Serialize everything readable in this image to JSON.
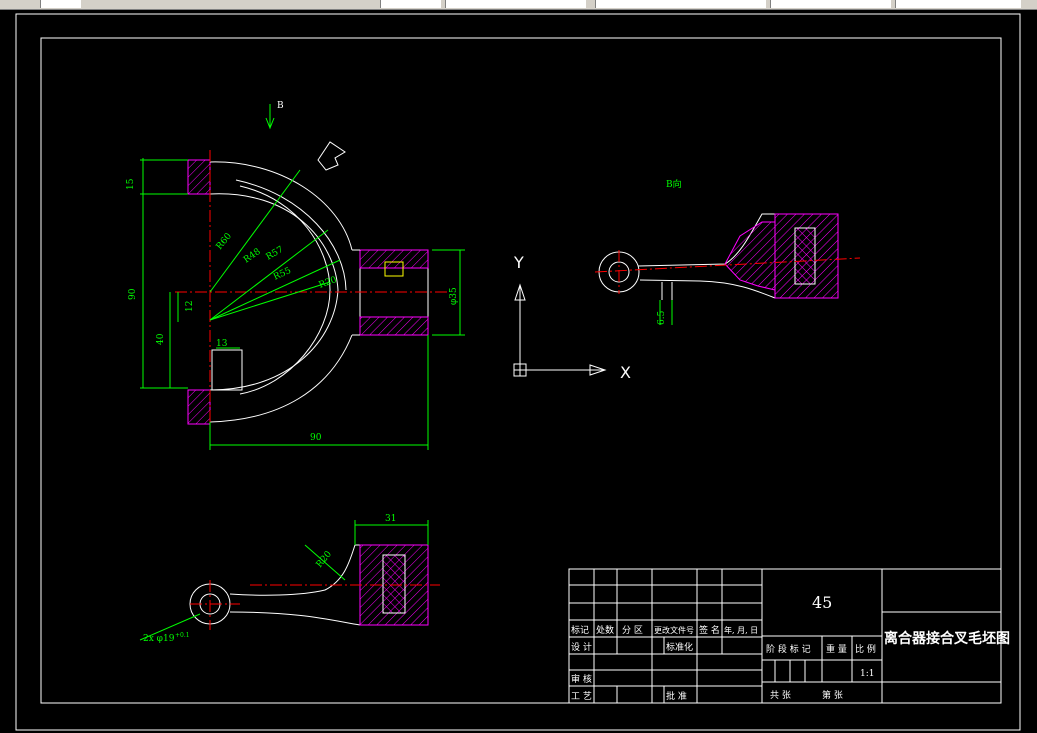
{
  "drawing": {
    "title": "离合器接合叉毛坯图",
    "material": "45",
    "scale": "1:1",
    "view_label_b": "B",
    "view_label_b_dir": "B向"
  },
  "ucs": {
    "y_label": "Y",
    "x_label": "X"
  },
  "dimensions": {
    "d_15": "15",
    "d_r60": "R60",
    "d_r48": "R48",
    "d_r57": "R57",
    "d_r55": "R55",
    "d_r20": "R20",
    "d_90_left": "90",
    "d_40": "40",
    "d_12": "12",
    "d_13": "13",
    "d_90_bottom": "90",
    "d_phi35": "φ35",
    "d_6_5": "6.5",
    "d_31": "31",
    "d_r20_bottom": "R20",
    "d_2x_phi19": "2x φ19",
    "d_tolerance": "+0.1"
  },
  "title_block": {
    "row1": [
      "标记",
      "处数",
      "分 区",
      "更改文件号",
      "签 名",
      "年, 月, 日"
    ],
    "design": "设 计",
    "standardize": "标准化",
    "review": "审 核",
    "process": "工 艺",
    "approve": "批 准",
    "stage_mark": "阶 段 标 记",
    "weight": "重 量",
    "ratio": "比 例",
    "sheets_total": "共     张",
    "sheet_no": "第     张"
  },
  "colors": {
    "outline": "#ffffff",
    "dimension": "#00ff00",
    "center_line": "#ff0000",
    "hatch": "#ff00ff",
    "yellow": "#ffff00",
    "background": "#000000"
  }
}
